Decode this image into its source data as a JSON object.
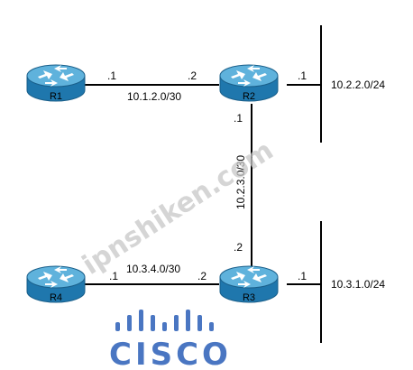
{
  "routers": [
    {
      "id": "R1",
      "label": "R1"
    },
    {
      "id": "R2",
      "label": "R2"
    },
    {
      "id": "R3",
      "label": "R3"
    },
    {
      "id": "R4",
      "label": "R4"
    }
  ],
  "links": {
    "r1_r2": {
      "subnet": "10.1.2.0/30",
      "r1_side": ".1",
      "r2_side": ".2"
    },
    "r2_lan": {
      "subnet": "10.2.2.0/24",
      "r2_side": ".1"
    },
    "r2_r3": {
      "subnet": "10.2.3.0/30",
      "r2_side": ".1",
      "r3_side": ".2"
    },
    "r4_r3": {
      "subnet": "10.3.4.0/30",
      "r4_side": ".1",
      "r3_side": ".2"
    },
    "r3_lan": {
      "subnet": "10.3.1.0/24",
      "r3_side": ".1"
    }
  },
  "watermark": "ipnshiken.com",
  "logo": {
    "text": "CISCO"
  },
  "colors": {
    "router_body": "#2a87b8",
    "router_top": "#5fb2dc",
    "line": "#000000",
    "logo": "#4a76c2"
  }
}
